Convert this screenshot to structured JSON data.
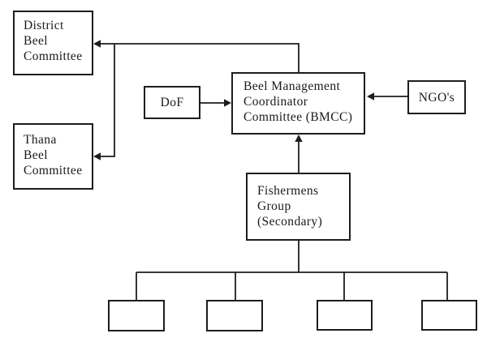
{
  "nodes": {
    "district": {
      "label": "District\nBeel\nCommittee"
    },
    "thana": {
      "label": "Thana\nBeel\nCommittee"
    },
    "dof": {
      "label": "DoF"
    },
    "bmcc": {
      "label": "Beel Management\nCoordinator\nCommittee (BMCC)"
    },
    "ngo": {
      "label": "NGO's"
    },
    "fishermens": {
      "label": "Fishermens\nGroup\n(Secondary)"
    },
    "sub1": {
      "label": ""
    },
    "sub2": {
      "label": ""
    },
    "sub3": {
      "label": ""
    },
    "sub4": {
      "label": ""
    }
  },
  "edges": [
    {
      "from": "bmcc",
      "to": "district",
      "arrowhead": true
    },
    {
      "from": "bmcc",
      "to": "thana",
      "arrowhead": true
    },
    {
      "from": "dof",
      "to": "bmcc",
      "arrowhead": true
    },
    {
      "from": "ngo",
      "to": "bmcc",
      "arrowhead": true
    },
    {
      "from": "fishermens",
      "to": "bmcc",
      "arrowhead": true
    },
    {
      "from": "fishermens",
      "to": "sub1",
      "arrowhead": false
    },
    {
      "from": "fishermens",
      "to": "sub2",
      "arrowhead": false
    },
    {
      "from": "fishermens",
      "to": "sub3",
      "arrowhead": false
    },
    {
      "from": "fishermens",
      "to": "sub4",
      "arrowhead": false
    }
  ],
  "colors": {
    "line": "#1d1d1d",
    "background": "#ffffff",
    "text": "#1a1a1a"
  }
}
